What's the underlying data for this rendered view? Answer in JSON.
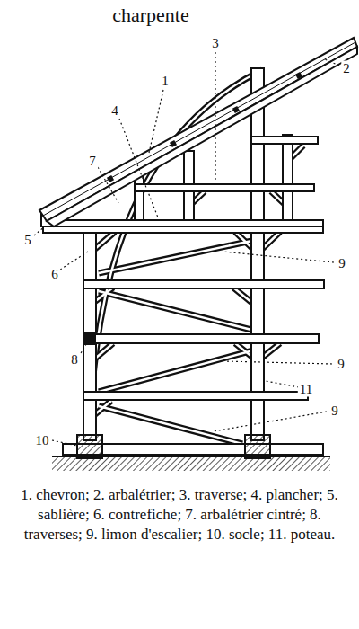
{
  "diagram": {
    "title": "charpente",
    "caption": "1. chevron; 2. arbalétrier; 3. traverse; 4. plancher; 5. sablière; 6. contrefiche; 7. arbalétrier cintré; 8. traverses; 9. limon d'escalier; 10. socle; 11. poteau.",
    "labels": [
      "1",
      "2",
      "3",
      "4",
      "5",
      "6",
      "7",
      "8",
      "9",
      "9",
      "9",
      "10",
      "11"
    ]
  }
}
